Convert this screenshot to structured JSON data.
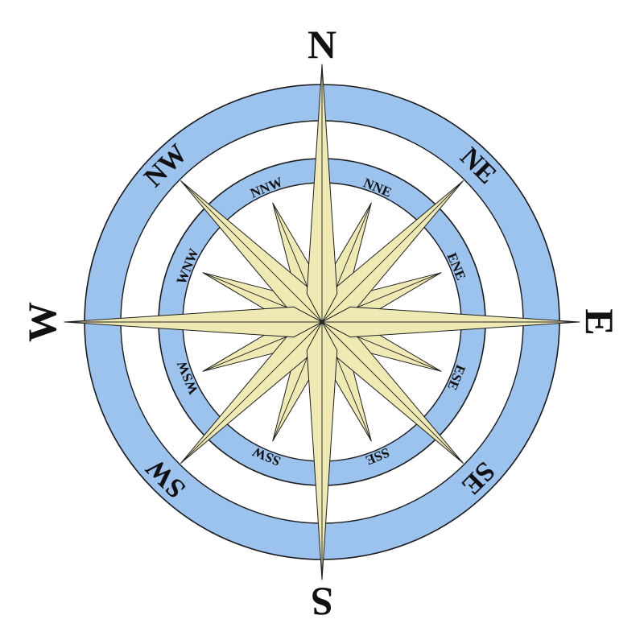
{
  "compass": {
    "cardinal": {
      "N": "N",
      "E": "E",
      "S": "S",
      "W": "W"
    },
    "intercardinal": {
      "NE": "NE",
      "SE": "SE",
      "SW": "SW",
      "NW": "NW"
    },
    "secondary": {
      "NNE": "NNE",
      "ENE": "ENE",
      "ESE": "ESE",
      "SSE": "SSE",
      "SSW": "SSW",
      "WSW": "WSW",
      "WNW": "WNW",
      "NNW": "NNW"
    },
    "colors": {
      "ring": "#9cc2ee",
      "star": "#efe9b4",
      "outline": "#1a1a1a",
      "background": "#ffffff"
    }
  }
}
